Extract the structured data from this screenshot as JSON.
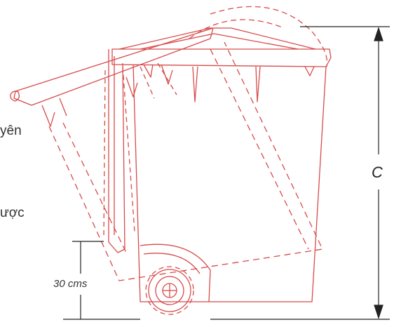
{
  "left_text_fragments": [
    "yên",
    "ược"
  ],
  "dimensions": {
    "height_label": "C",
    "ground_clearance_label": "30 cms"
  },
  "colors": {
    "outline": "#d84a4a",
    "dimension_line": "#222222",
    "background": "#ffffff"
  }
}
